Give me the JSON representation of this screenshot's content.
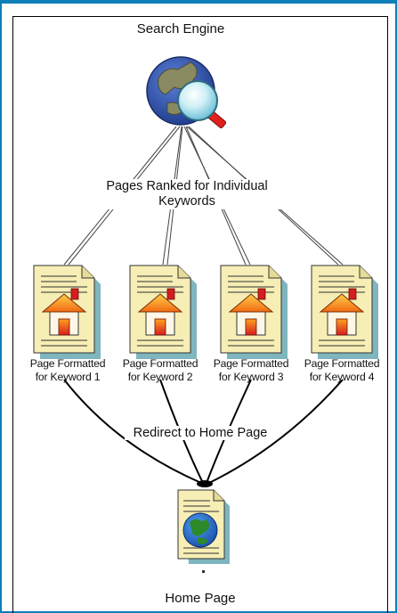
{
  "diagram": {
    "title": "Search Engine",
    "ranked_label": [
      "Pages Ranked for Individual",
      "Keywords"
    ],
    "redirect_label": "Redirect to Home Page",
    "home_label": "Home Page",
    "pages": [
      {
        "line1": "Page Formatted",
        "line2": "for Keyword 1"
      },
      {
        "line1": "Page Formatted",
        "line2": "for Keyword 2"
      },
      {
        "line1": "Page Formatted",
        "line2": "for Keyword 3"
      },
      {
        "line1": "Page Formatted",
        "line2": "for Keyword 4"
      }
    ]
  },
  "colors": {
    "frame": "#0e7fb8",
    "globe_ocean": "#2d4fa3",
    "globe_land": "#8a8a62",
    "magnifier_handle": "#e0201b",
    "page_fill": "#f6eeb4",
    "page_shadow": "#7fb5bf",
    "house_roof": "#f26a12",
    "house_door": "#d51e1e"
  }
}
